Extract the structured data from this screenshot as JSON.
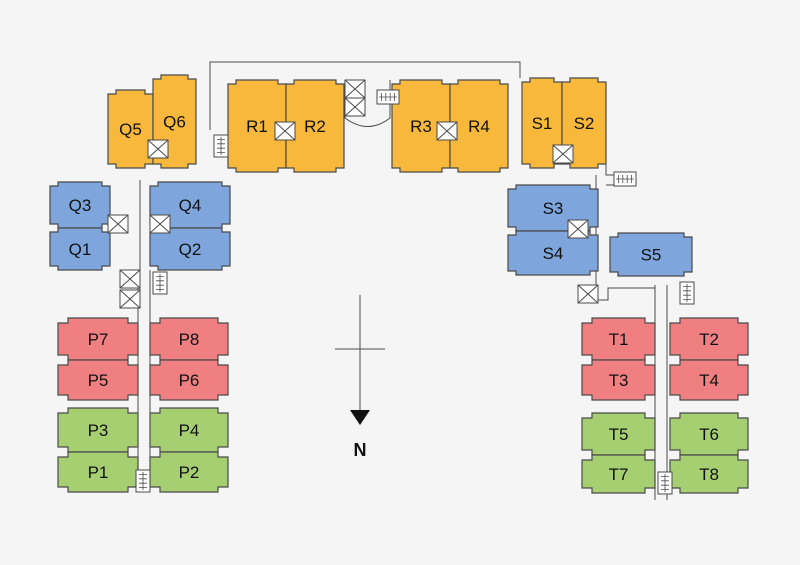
{
  "colors": {
    "background": "#f5f5f5",
    "orange": "#f7b83c",
    "blue": "#7ea6dc",
    "red": "#f07f82",
    "green": "#a6cf72",
    "outline": "#4a4a4a"
  },
  "units": [
    {
      "id": "Q5",
      "label": "Q5",
      "color": "orange"
    },
    {
      "id": "Q6",
      "label": "Q6",
      "color": "orange"
    },
    {
      "id": "R1",
      "label": "R1",
      "color": "orange"
    },
    {
      "id": "R2",
      "label": "R2",
      "color": "orange"
    },
    {
      "id": "R3",
      "label": "R3",
      "color": "orange"
    },
    {
      "id": "R4",
      "label": "R4",
      "color": "orange"
    },
    {
      "id": "S1",
      "label": "S1",
      "color": "orange"
    },
    {
      "id": "S2",
      "label": "S2",
      "color": "orange"
    },
    {
      "id": "Q3",
      "label": "Q3",
      "color": "blue"
    },
    {
      "id": "Q1",
      "label": "Q1",
      "color": "blue"
    },
    {
      "id": "Q4",
      "label": "Q4",
      "color": "blue"
    },
    {
      "id": "Q2",
      "label": "Q2",
      "color": "blue"
    },
    {
      "id": "S3",
      "label": "S3",
      "color": "blue"
    },
    {
      "id": "S4",
      "label": "S4",
      "color": "blue"
    },
    {
      "id": "S5",
      "label": "S5",
      "color": "blue"
    },
    {
      "id": "P7",
      "label": "P7",
      "color": "red"
    },
    {
      "id": "P5",
      "label": "P5",
      "color": "red"
    },
    {
      "id": "P8",
      "label": "P8",
      "color": "red"
    },
    {
      "id": "P6",
      "label": "P6",
      "color": "red"
    },
    {
      "id": "T1",
      "label": "T1",
      "color": "red"
    },
    {
      "id": "T3",
      "label": "T3",
      "color": "red"
    },
    {
      "id": "T2",
      "label": "T2",
      "color": "red"
    },
    {
      "id": "T4",
      "label": "T4",
      "color": "red"
    },
    {
      "id": "P3",
      "label": "P3",
      "color": "green"
    },
    {
      "id": "P1",
      "label": "P1",
      "color": "green"
    },
    {
      "id": "P4",
      "label": "P4",
      "color": "green"
    },
    {
      "id": "P2",
      "label": "P2",
      "color": "green"
    },
    {
      "id": "T5",
      "label": "T5",
      "color": "green"
    },
    {
      "id": "T7",
      "label": "T7",
      "color": "green"
    },
    {
      "id": "T6",
      "label": "T6",
      "color": "green"
    },
    {
      "id": "T8",
      "label": "T8",
      "color": "green"
    }
  ],
  "compass": {
    "label": "N",
    "icon": "north-arrow-icon"
  },
  "icons": {
    "lift": "lift-icon",
    "stair": "staircase-icon"
  }
}
